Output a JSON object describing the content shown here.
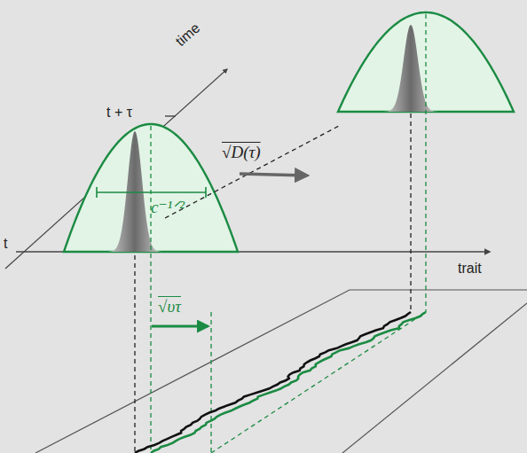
{
  "diagram": {
    "labels": [
      "time",
      "t + τ",
      "t",
      "trait",
      "√D(τ)",
      "c⁻¹ᐟ²",
      "√υτ"
    ]
  }
}
